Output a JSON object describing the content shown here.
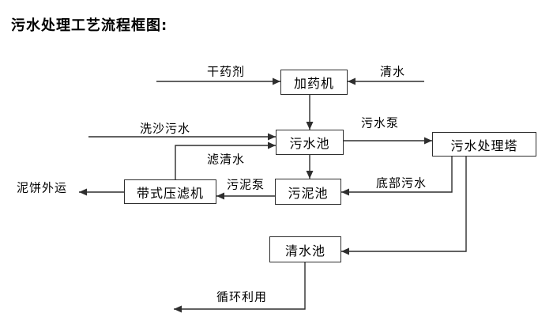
{
  "title": "污水处理工艺流程框图:",
  "nodes": {
    "dosing_machine": "加药机",
    "sewage_pool": "污水池",
    "treatment_tower": "污水处理塔",
    "belt_filter_press": "带式压滤机",
    "sludge_pool": "污泥池",
    "clean_water_pool": "清水池"
  },
  "edge_labels": {
    "dry_agent": "干药剂",
    "clean_water": "清水",
    "sand_washing_sewage": "洗沙污水",
    "filtered_water": "滤清水",
    "sewage_pump": "污水泵",
    "bottom_sewage": "底部污水",
    "sludge_pump": "污泥泵",
    "mud_cake_out": "泥饼外运",
    "recycle_use": "循环利用"
  },
  "flow": {
    "edges": [
      {
        "from": "干药剂",
        "to": "加药机"
      },
      {
        "from": "清水",
        "to": "加药机"
      },
      {
        "from": "加药机",
        "to": "污水池"
      },
      {
        "from": "洗沙污水",
        "to": "污水池"
      },
      {
        "from": "带式压滤机",
        "to": "污水池",
        "label": "滤清水"
      },
      {
        "from": "污水池",
        "to": "污水处理塔",
        "label": "污水泵"
      },
      {
        "from": "污水池",
        "to": "污泥池"
      },
      {
        "from": "污水处理塔",
        "to": "污泥池",
        "label": "底部污水"
      },
      {
        "from": "污水处理塔",
        "to": "清水池"
      },
      {
        "from": "污泥池",
        "to": "带式压滤机",
        "label": "污泥泵"
      },
      {
        "from": "带式压滤机",
        "to": "泥饼外运"
      },
      {
        "from": "清水池",
        "to": "循环利用"
      }
    ]
  },
  "colors": {
    "background": "#ffffff",
    "line": "#2e2e2e",
    "text": "#000000",
    "box_border": "#2e2e2e"
  }
}
